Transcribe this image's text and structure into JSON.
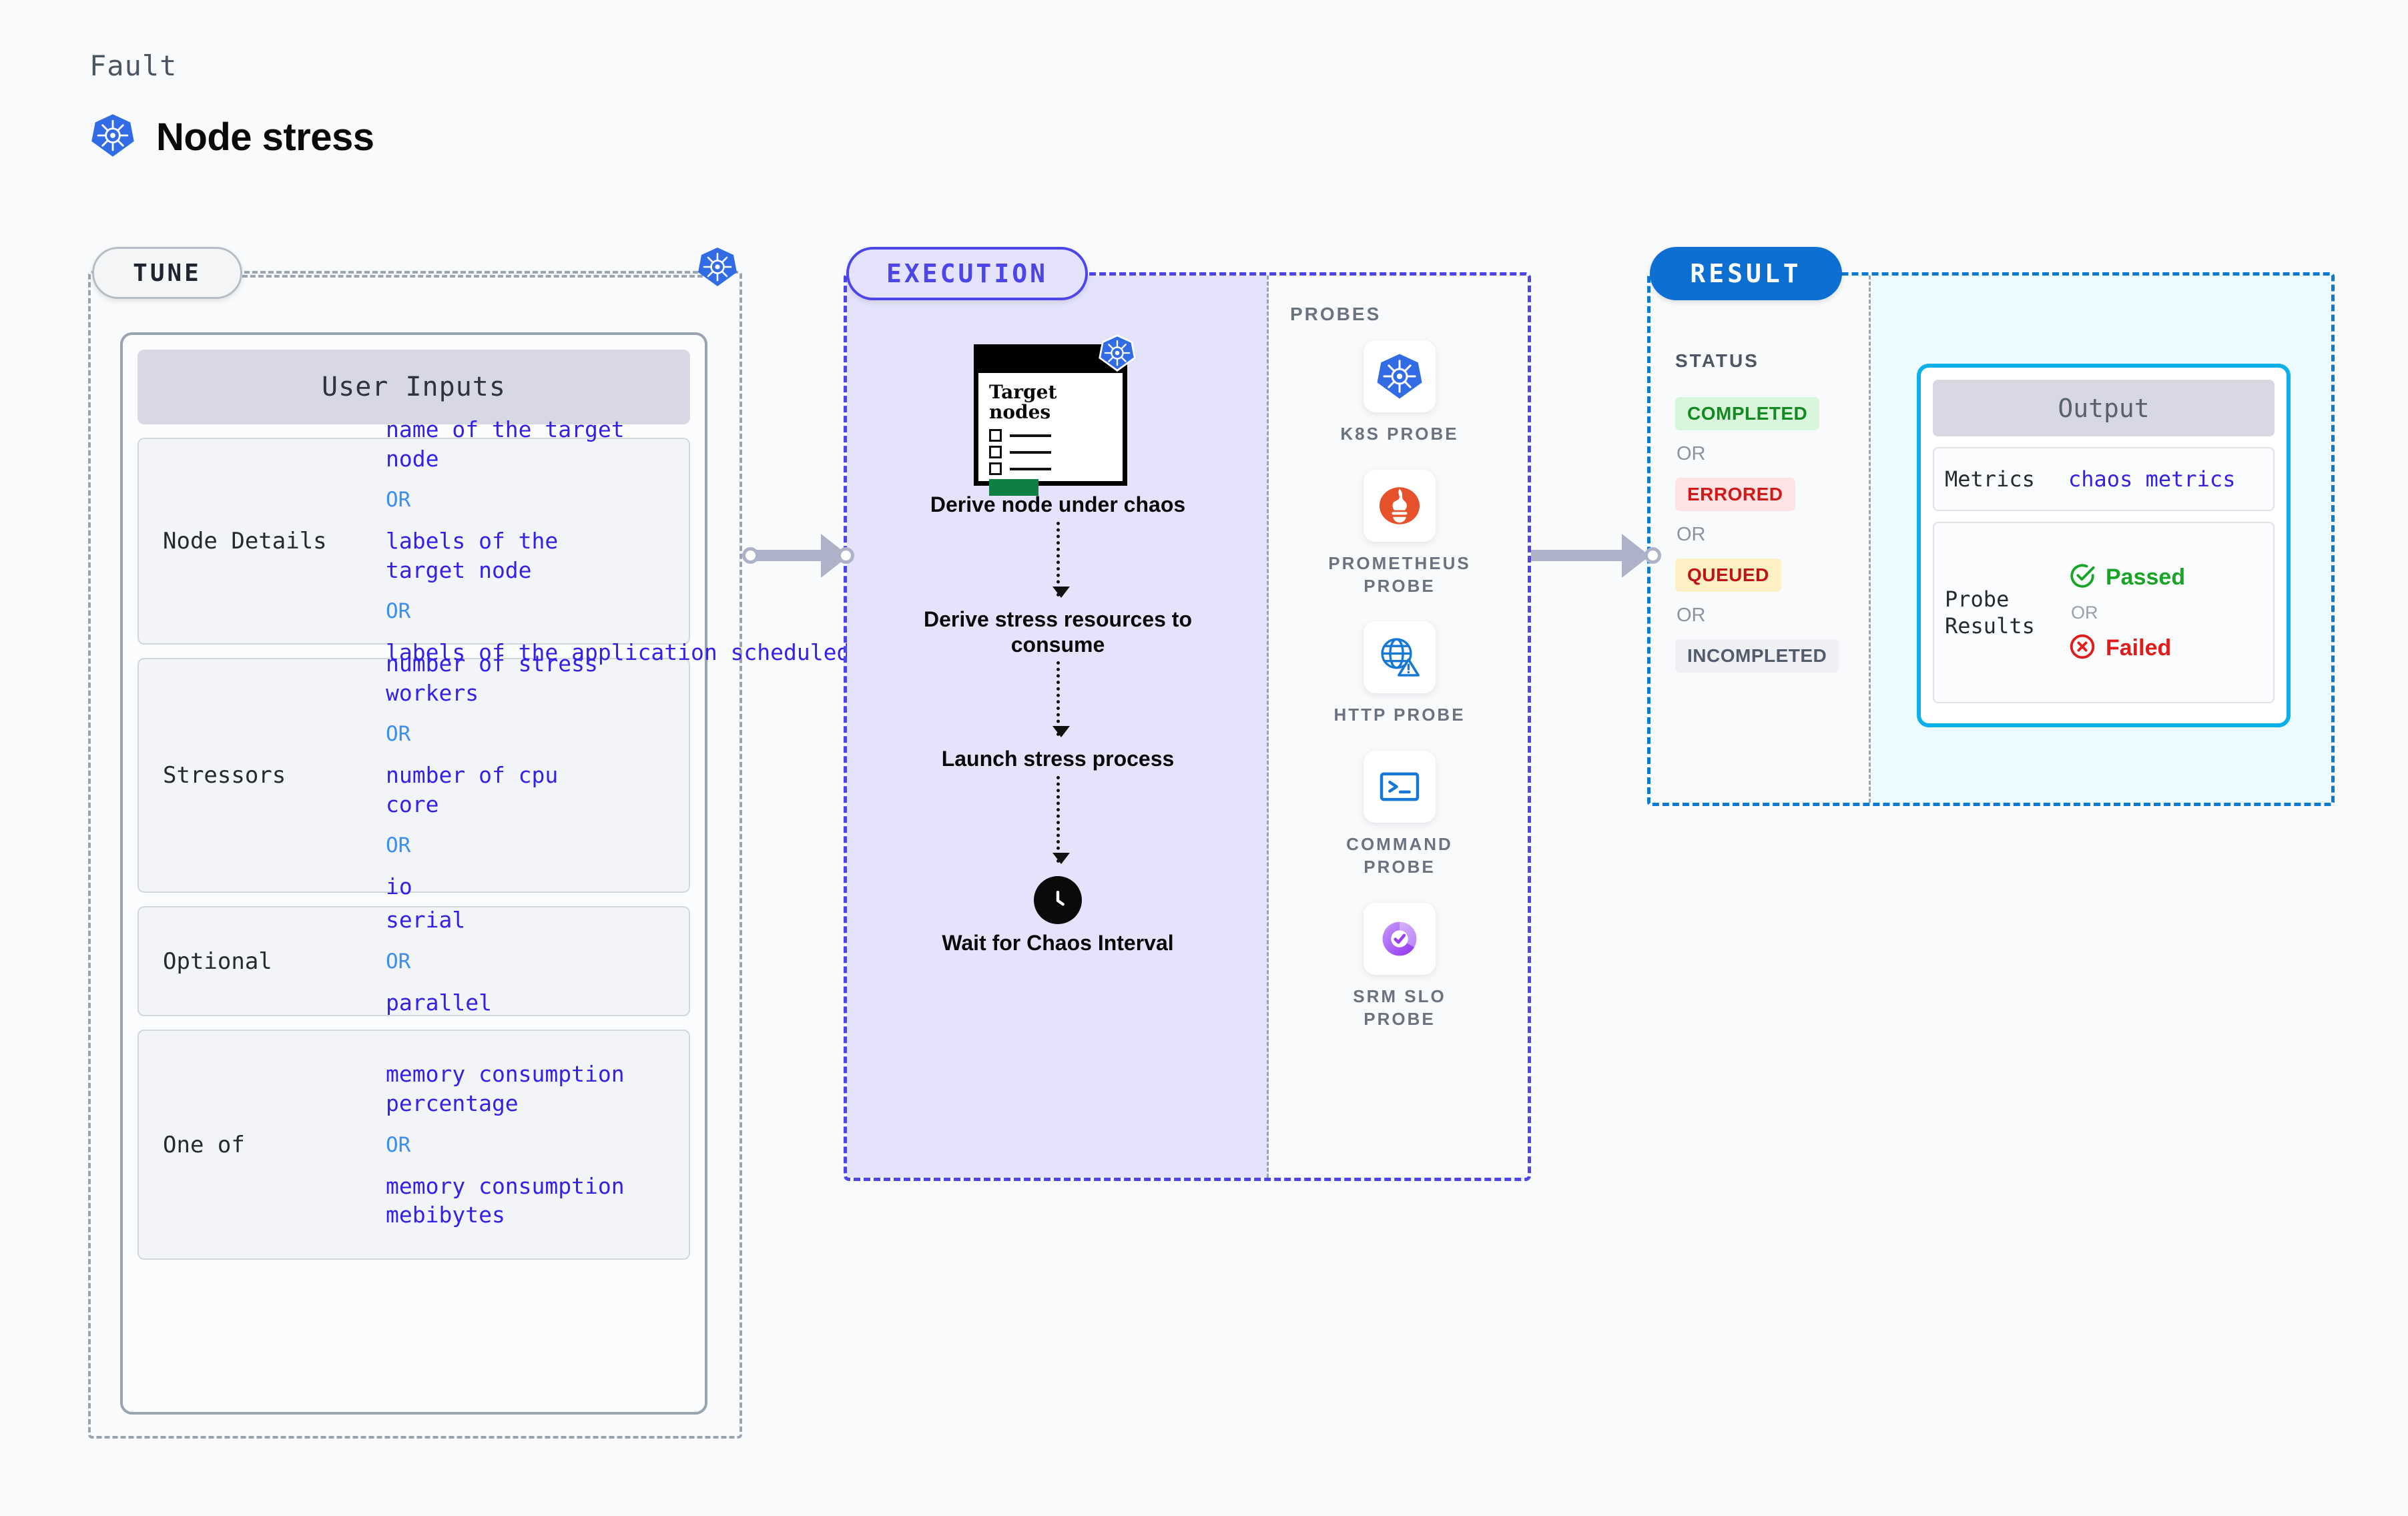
{
  "header": {
    "fault_label": "Fault",
    "title": "Node stress",
    "icon": "kubernetes-icon"
  },
  "tune": {
    "pill_label": "TUNE",
    "badge_icon": "kubernetes-icon",
    "card_title": "User Inputs",
    "rows": [
      {
        "label": "Node Details",
        "options": [
          "name of the target\nnode",
          "labels of the\ntarget node",
          "labels of the application\n scheduled on target node"
        ],
        "separator": "OR"
      },
      {
        "label": "Stressors",
        "options": [
          "number of stress\nworkers",
          "number of cpu\ncore",
          "io"
        ],
        "separator": "OR"
      },
      {
        "label": "Optional",
        "options": [
          "serial",
          "parallel"
        ],
        "separator": "OR"
      },
      {
        "label": "One of",
        "options": [
          "memory consumption\npercentage",
          "memory consumption\nmebibytes"
        ],
        "separator": "OR"
      }
    ]
  },
  "execution": {
    "pill_label": "EXECUTION",
    "node_card": {
      "title": "Target\nnodes",
      "badge_icon": "kubernetes-icon"
    },
    "steps": [
      "Derive node under chaos",
      "Derive stress resources to consume",
      "Launch stress process",
      "Wait for Chaos Interval"
    ],
    "clock_icon": "clock-icon",
    "probes_title": "PROBES",
    "probes": [
      {
        "name": "K8S PROBE",
        "icon": "kubernetes-icon"
      },
      {
        "name": "PROMETHEUS\nPROBE",
        "icon": "prometheus-icon"
      },
      {
        "name": "HTTP PROBE",
        "icon": "globe-warning-icon"
      },
      {
        "name": "COMMAND\nPROBE",
        "icon": "terminal-icon"
      },
      {
        "name": "SRM SLO\nPROBE",
        "icon": "srm-slo-icon"
      }
    ]
  },
  "result": {
    "pill_label": "RESULT",
    "status_title": "STATUS",
    "separator": "OR",
    "statuses": [
      {
        "label": "COMPLETED",
        "color": "#138a1f"
      },
      {
        "label": "ERRORED",
        "color": "#cf1a1a"
      },
      {
        "label": "QUEUED",
        "color": "#c01414"
      },
      {
        "label": "INCOMPLETED",
        "color": "#535c6b"
      }
    ],
    "output": {
      "title": "Output",
      "metrics_label": "Metrics",
      "metrics_value": "chaos metrics",
      "probe_results_label": "Probe\nResults",
      "passed_label": "Passed",
      "failed_label": "Failed",
      "separator": "OR",
      "passed_icon": "check-circle-icon",
      "failed_icon": "x-circle-icon"
    }
  },
  "colors": {
    "accent_blue": "#326ce5",
    "execution_purple": "#4c45e8",
    "result_blue": "#0d6fd1",
    "output_cyan": "#0bb0e8",
    "value_indigo": "#3321e6",
    "or_blue": "#3c8ef0"
  }
}
